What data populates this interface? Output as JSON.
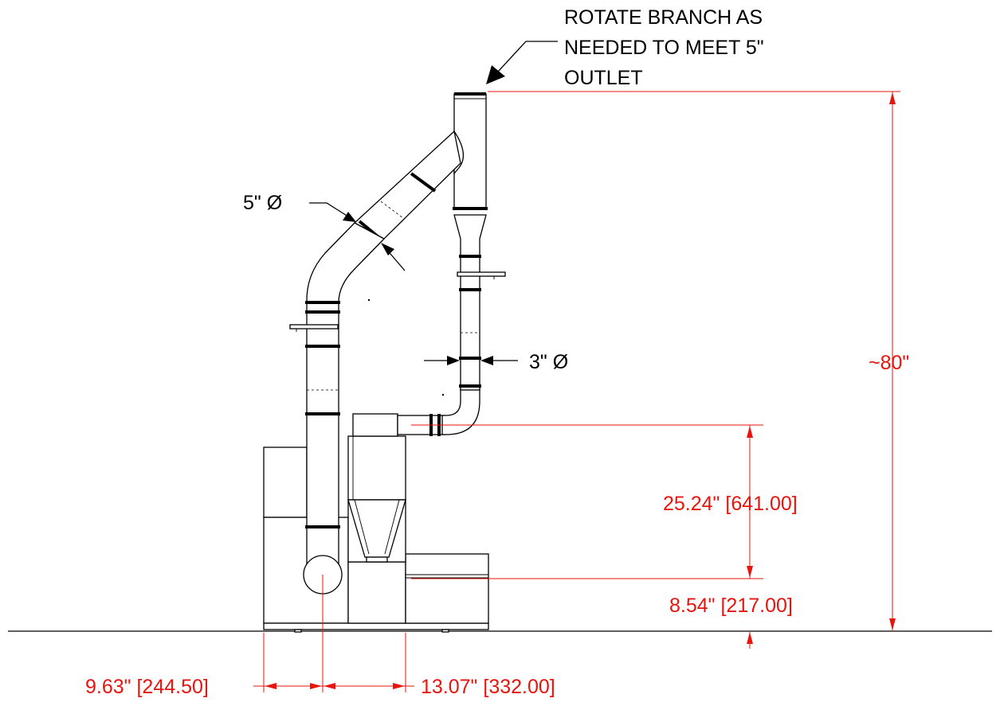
{
  "notes": {
    "rotate_branch_line1": "ROTATE BRANCH AS",
    "rotate_branch_line2": "NEEDED TO MEET 5\"",
    "rotate_branch_line3": "OUTLET"
  },
  "diameters": {
    "large_pipe": "5\" Ø",
    "small_pipe": "3\" Ø"
  },
  "dimensions": {
    "overall_height": "~80\"",
    "inlet_height": "25.24\" [641.00]",
    "base_height": "8.54\" [217.00]",
    "left_offset": "9.63\" [244.50]",
    "right_offset": "13.07\" [332.00]"
  },
  "colors": {
    "drawing_lines": "#000000",
    "dimension_lines": "#e8140e",
    "background": "#ffffff"
  }
}
